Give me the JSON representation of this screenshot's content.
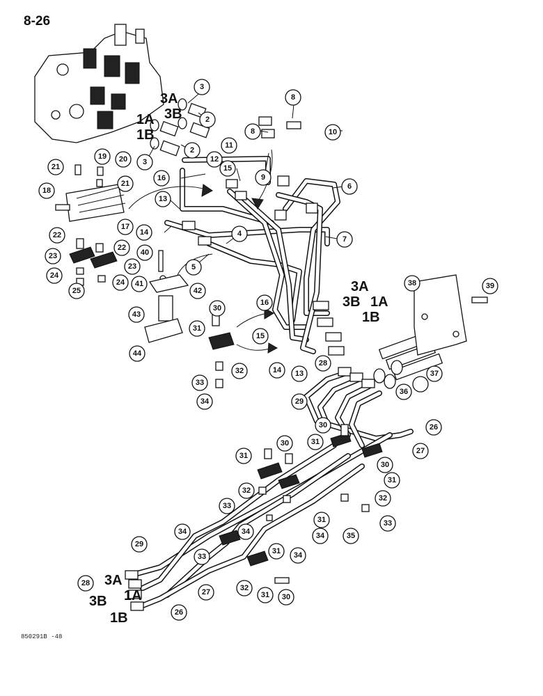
{
  "page": {
    "number": "8-26",
    "figure_code": "850291B -48"
  },
  "port_labels": [
    "3A",
    "3B",
    "1A",
    "1B",
    "3A",
    "3B",
    "1A",
    "1B",
    "3A",
    "3B",
    "1A",
    "1B"
  ],
  "callouts": [
    "2",
    "2",
    "3",
    "3",
    "4",
    "5",
    "6",
    "7",
    "8",
    "8",
    "9",
    "10",
    "11",
    "12",
    "13",
    "13",
    "14",
    "14",
    "15",
    "15",
    "16",
    "16",
    "17",
    "18",
    "19",
    "20",
    "21",
    "21",
    "22",
    "22",
    "23",
    "23",
    "24",
    "24",
    "25",
    "26",
    "26",
    "27",
    "27",
    "28",
    "28",
    "29",
    "29",
    "30",
    "30",
    "30",
    "30",
    "30",
    "31",
    "31",
    "31",
    "31",
    "31",
    "31",
    "31",
    "32",
    "32",
    "32",
    "32",
    "33",
    "33",
    "33",
    "33",
    "34",
    "34",
    "34",
    "34",
    "34",
    "35",
    "36",
    "37",
    "38",
    "39",
    "40",
    "41",
    "42",
    "43",
    "44"
  ]
}
